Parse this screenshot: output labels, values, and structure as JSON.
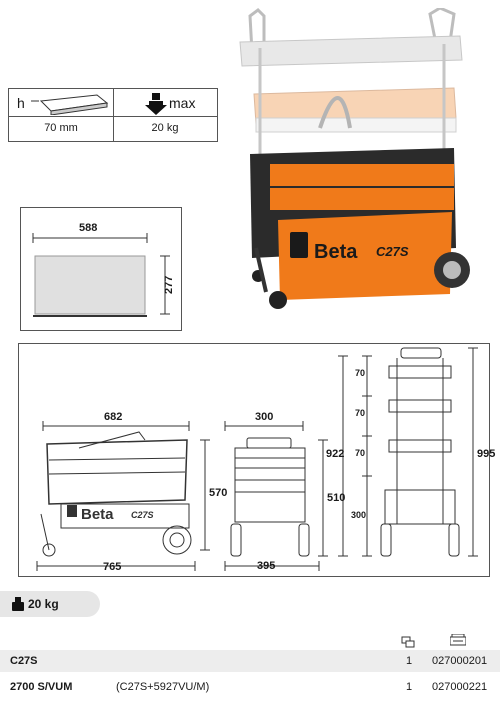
{
  "spec_box": {
    "depth_label": "h",
    "depth_value": "70 mm",
    "max_label": "max",
    "max_value": "20 kg"
  },
  "drawer_box": {
    "width": "588",
    "height": "277"
  },
  "product": {
    "brand_text": "Beta",
    "model_text": "C27S"
  },
  "dimensions": {
    "side_top_width": "682",
    "side_bottom_width": "765",
    "side_height": "570",
    "front_width": "300",
    "front_bottom_width": "395",
    "front_height": "510",
    "open_tier1": "70",
    "open_tier2": "70",
    "open_tier3": "70",
    "open_base": "300",
    "open_mid_height": "922",
    "open_total_height": "995"
  },
  "weight_badge": "20 kg",
  "table": {
    "rows": [
      {
        "code": "C27S",
        "desc": "",
        "qty": "1",
        "number": "027000201"
      },
      {
        "code": "2700 S/VUM",
        "desc": "(C27S+5927VU/M)",
        "qty": "1",
        "number": "027000221"
      }
    ]
  },
  "colors": {
    "orange": "#f07a1a",
    "dark": "#2b2b2b",
    "grey_fill": "#e0e0e0"
  }
}
